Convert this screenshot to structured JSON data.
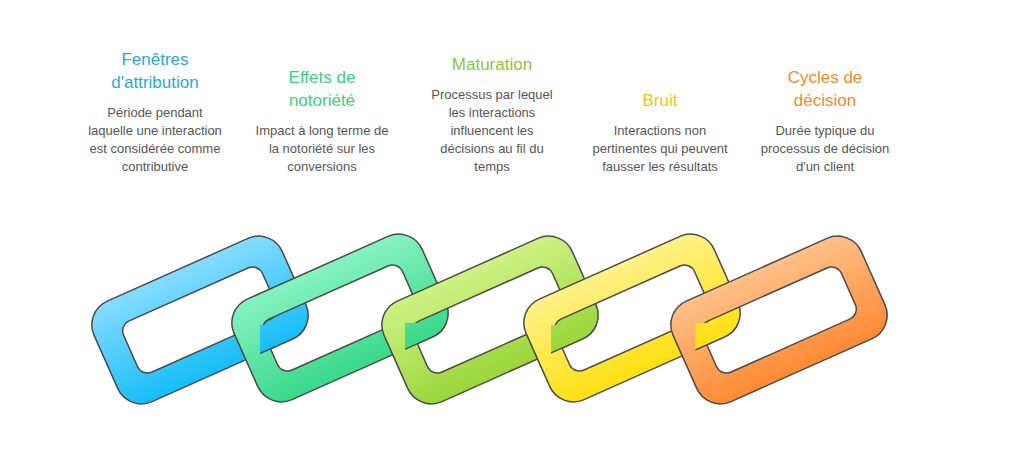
{
  "diagram": {
    "nodes": [
      {
        "text": [
          "Fenêtres d'attribution",
          "Période pendant laquelle une interaction est considérée comme contributive"
        ]
      },
      {
        "text": [
          "Effets de notoriété",
          "Impact à long terme de la notoriété sur les conversions"
        ]
      },
      {
        "text": [
          "Maturation",
          "Processus par lequel les interactions influencent les décisions au fil du temps"
        ]
      },
      {
        "text": [
          "Bruit",
          "Interactions non pertinentes qui peuvent fausser les résultats"
        ]
      },
      {
        "text": [
          "Cycles de décision",
          "Durée typique du processus de décision d'un client"
        ]
      }
    ]
  }
}
